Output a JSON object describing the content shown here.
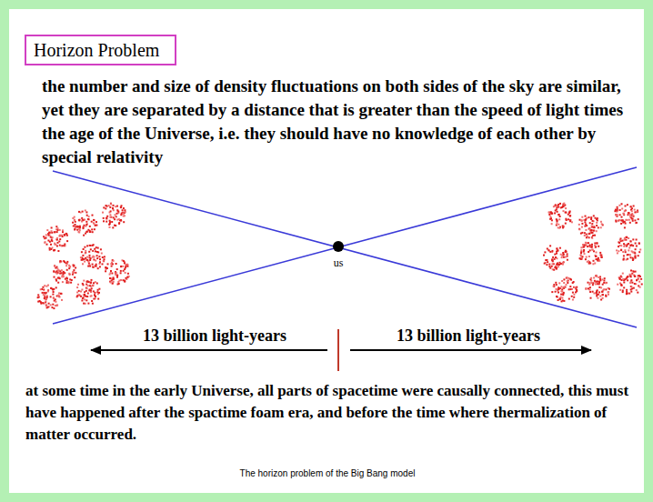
{
  "diagram": {
    "title": "Horizon Problem",
    "caption": "The horizon problem of the Big Bang model",
    "labels": [
      "the number and size of density fluctuations on both sides of the sky are similar, yet they are separated by a distance that is greater than the speed of light times the age of the Universe, i.e. they should have no knowledge of each other by special relativity",
      "us",
      "13 billion light-years",
      "13 billion light-years",
      "at some time in the early Universe, all parts of spacetime were causally connected, this must have happened after the spactime foam era, and before the time where thermalization of matter occurred."
    ]
  }
}
